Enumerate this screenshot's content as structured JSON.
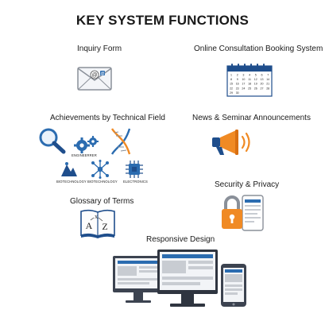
{
  "title": "KEY SYSTEM FUNCTIONS",
  "functions": {
    "inquiry_form": {
      "label": "Inquiry Form",
      "icon": "envelope-at-icon"
    },
    "booking": {
      "label": "Online Consultation Booking System",
      "icon": "calendar-icon",
      "calendar_days": [
        "1",
        "2",
        "3",
        "4",
        "5",
        "6",
        "7",
        "8",
        "9",
        "10",
        "11",
        "12",
        "13",
        "14",
        "15",
        "16",
        "17",
        "18",
        "19",
        "20",
        "21",
        "22",
        "23",
        "24",
        "25",
        "26",
        "27",
        "28",
        "29",
        "30"
      ]
    },
    "achievements": {
      "label": "Achievements by Technical Field",
      "fields": [
        "ENGINEERRER",
        "BIOTECHNOLOGY",
        "BIOTECHNOLOGY",
        "ELECTRONICS"
      ]
    },
    "news": {
      "label": "News & Seminar Announcements",
      "icon": "megaphone-icon"
    },
    "security": {
      "label": "Security & Privacy",
      "icon": "padlock-icon"
    },
    "glossary": {
      "label": "Glossary of Terms",
      "icon": "dictionary-book-icon",
      "letters": [
        "A",
        "X",
        "Z"
      ]
    },
    "responsive": {
      "label": "Responsive Design",
      "icon": "devices-icon"
    }
  },
  "colors": {
    "blue": "#2b6cb0",
    "dark_blue": "#1f4e8c",
    "orange": "#f08a24",
    "gray": "#8a9099"
  }
}
